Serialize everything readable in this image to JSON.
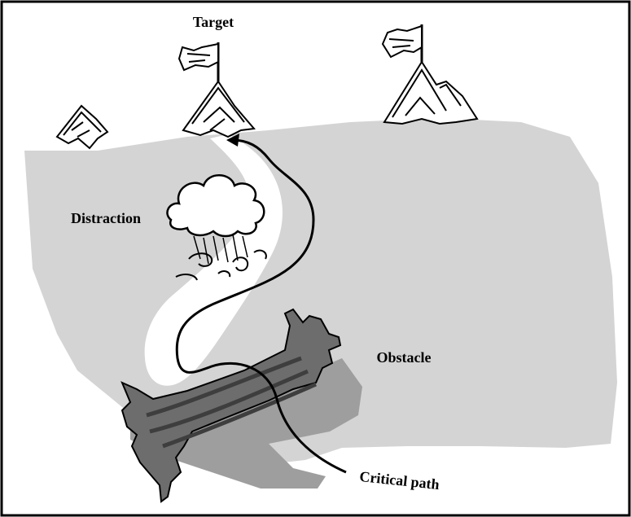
{
  "labels": {
    "target": "Target",
    "distraction": "Distraction",
    "obstacle": "Obstacle",
    "critical_path": "Critical path"
  },
  "colors": {
    "frame": "#000000",
    "terrain": "#d4d4d4",
    "shadow": "#9e9e9e",
    "trail": "#ffffff",
    "log": "#6d6d6d",
    "log_dark": "#3e3e3e",
    "mountain": "#ffffff"
  },
  "icons": [
    "mountain-icon",
    "flag-icon",
    "storm-cloud-icon",
    "fallen-tree-icon",
    "arrow-icon"
  ]
}
